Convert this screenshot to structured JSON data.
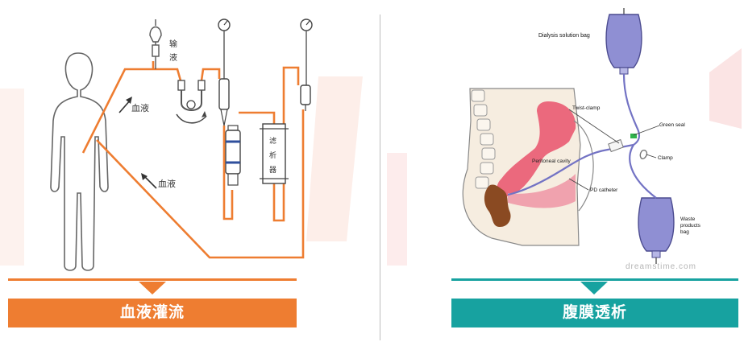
{
  "left": {
    "diagram_labels": {
      "infusion_char1": "输",
      "infusion_char2": "液",
      "blood_upper": "血液",
      "blood_lower": "血液",
      "filter_char1": "滤",
      "filter_char2": "析",
      "filter_char3": "器"
    },
    "banner_title": "血液灌流",
    "accent_color": "#ee7d31"
  },
  "right": {
    "diagram_labels": {
      "dialysis_bag": "Dialysis solution bag",
      "twist_clamp": "Twist-clamp",
      "green_seal": "Green seal",
      "peritoneal_cavity": "Peritoneal cavity",
      "clamp": "Clamp",
      "pd_catheter": "PD catheter",
      "waste_bag_line1": "Waste",
      "waste_bag_line2": "products",
      "waste_bag_line3": "bag",
      "watermark": "dreamstime.com"
    },
    "banner_title": "腹膜透析",
    "accent_color": "#17a2a0"
  }
}
